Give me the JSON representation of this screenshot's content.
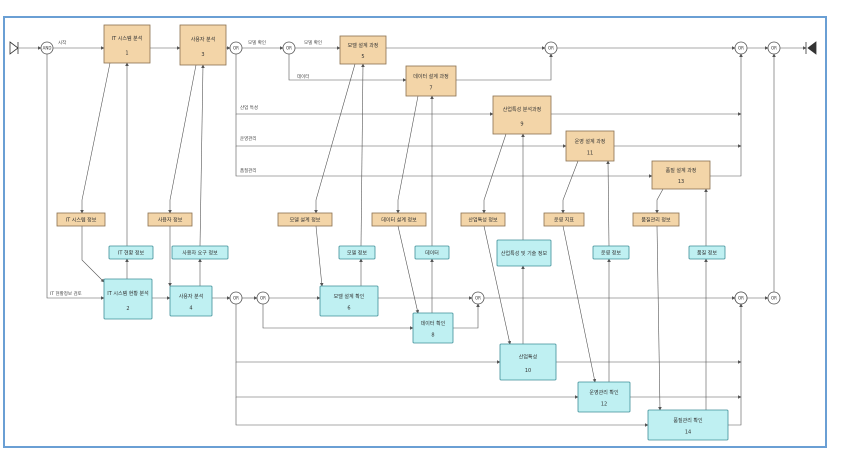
{
  "colors": {
    "frame_border": "#6a9fd4",
    "process_fill": "#f3d5a8",
    "process_stroke": "#8a7050",
    "data_fill": "#bff0f2",
    "data_stroke": "#3f8f98",
    "line": "#555555"
  },
  "nodes": [
    {
      "id": "p1",
      "kind": "process",
      "label": "IT 시스템 분석",
      "num": "1"
    },
    {
      "id": "p2",
      "kind": "process",
      "label": "사용자 분석",
      "num": "3"
    },
    {
      "id": "p3",
      "kind": "process",
      "label": "모델 설계 과정",
      "num": "5"
    },
    {
      "id": "p4",
      "kind": "process",
      "label": "데이터 설계 과정",
      "num": "7"
    },
    {
      "id": "p5",
      "kind": "process",
      "label": "산업특성 분석과정",
      "num": "9"
    },
    {
      "id": "p6",
      "kind": "process",
      "label": "운영 설계 과정",
      "num": "11"
    },
    {
      "id": "p7",
      "kind": "process",
      "label": "품질 설계 과정",
      "num": "13"
    },
    {
      "id": "t1",
      "kind": "process",
      "label": "IT 시스템 정보",
      "num": ""
    },
    {
      "id": "t2",
      "kind": "process",
      "label": "사용자 정보",
      "num": ""
    },
    {
      "id": "t3",
      "kind": "process",
      "label": "모델 설계 정보",
      "num": ""
    },
    {
      "id": "t4",
      "kind": "process",
      "label": "데이터 설계 정보",
      "num": ""
    },
    {
      "id": "t5",
      "kind": "process",
      "label": "산업특성 정보",
      "num": ""
    },
    {
      "id": "t6",
      "kind": "process",
      "label": "운영 지표",
      "num": ""
    },
    {
      "id": "t7",
      "kind": "process",
      "label": "품질관리 정보",
      "num": ""
    },
    {
      "id": "c1",
      "kind": "data",
      "label": "IT 현황 정보",
      "num": ""
    },
    {
      "id": "c2",
      "kind": "data",
      "label": "사용자 요구 정보",
      "num": ""
    },
    {
      "id": "c3",
      "kind": "data",
      "label": "모델 정보",
      "num": ""
    },
    {
      "id": "c4",
      "kind": "data",
      "label": "데이터",
      "num": ""
    },
    {
      "id": "c5",
      "kind": "data",
      "label": "산업특성 및 기술 정보",
      "num": ""
    },
    {
      "id": "c6",
      "kind": "data",
      "label": "운영 정보",
      "num": ""
    },
    {
      "id": "c7",
      "kind": "data",
      "label": "품질 정보",
      "num": ""
    },
    {
      "id": "d1",
      "kind": "data",
      "label": "IT 시스템 현황 분석",
      "num": "2"
    },
    {
      "id": "d2",
      "kind": "data",
      "label": "사용자 분석",
      "num": "4"
    },
    {
      "id": "d3",
      "kind": "data",
      "label": "모델 설계 확인",
      "num": "6"
    },
    {
      "id": "d4",
      "kind": "data",
      "label": "데이터 확인",
      "num": "8"
    },
    {
      "id": "d5",
      "kind": "data",
      "label": "산업특성",
      "num": "10"
    },
    {
      "id": "d6",
      "kind": "data",
      "label": "운영관리 확인",
      "num": "12"
    },
    {
      "id": "d7",
      "kind": "data",
      "label": "품질관리 확인",
      "num": "14"
    }
  ],
  "connectors": [
    {
      "id": "j0",
      "label": "AND"
    },
    {
      "id": "j1",
      "label": "OR"
    },
    {
      "id": "j2",
      "label": "OR"
    },
    {
      "id": "j3",
      "label": "OR"
    },
    {
      "id": "j4",
      "label": "OR"
    },
    {
      "id": "j5",
      "label": "OR"
    },
    {
      "id": "j6",
      "label": "OR"
    },
    {
      "id": "j7",
      "label": "OR"
    },
    {
      "id": "j8",
      "label": "OR"
    },
    {
      "id": "j9",
      "label": "OR"
    },
    {
      "id": "j10",
      "label": "OR"
    },
    {
      "id": "j11",
      "label": "OR"
    }
  ],
  "edge_labels": [
    {
      "id": "e1",
      "text": "시작"
    },
    {
      "id": "e2",
      "text": "모델 확인"
    },
    {
      "id": "e3",
      "text": "모델 확인"
    },
    {
      "id": "e4",
      "text": "데이터"
    },
    {
      "id": "e5",
      "text": "산업 특성"
    },
    {
      "id": "e6",
      "text": "운영관리"
    },
    {
      "id": "e7",
      "text": "품질관리"
    },
    {
      "id": "e8",
      "text": "IT 현황정보 검토"
    }
  ]
}
